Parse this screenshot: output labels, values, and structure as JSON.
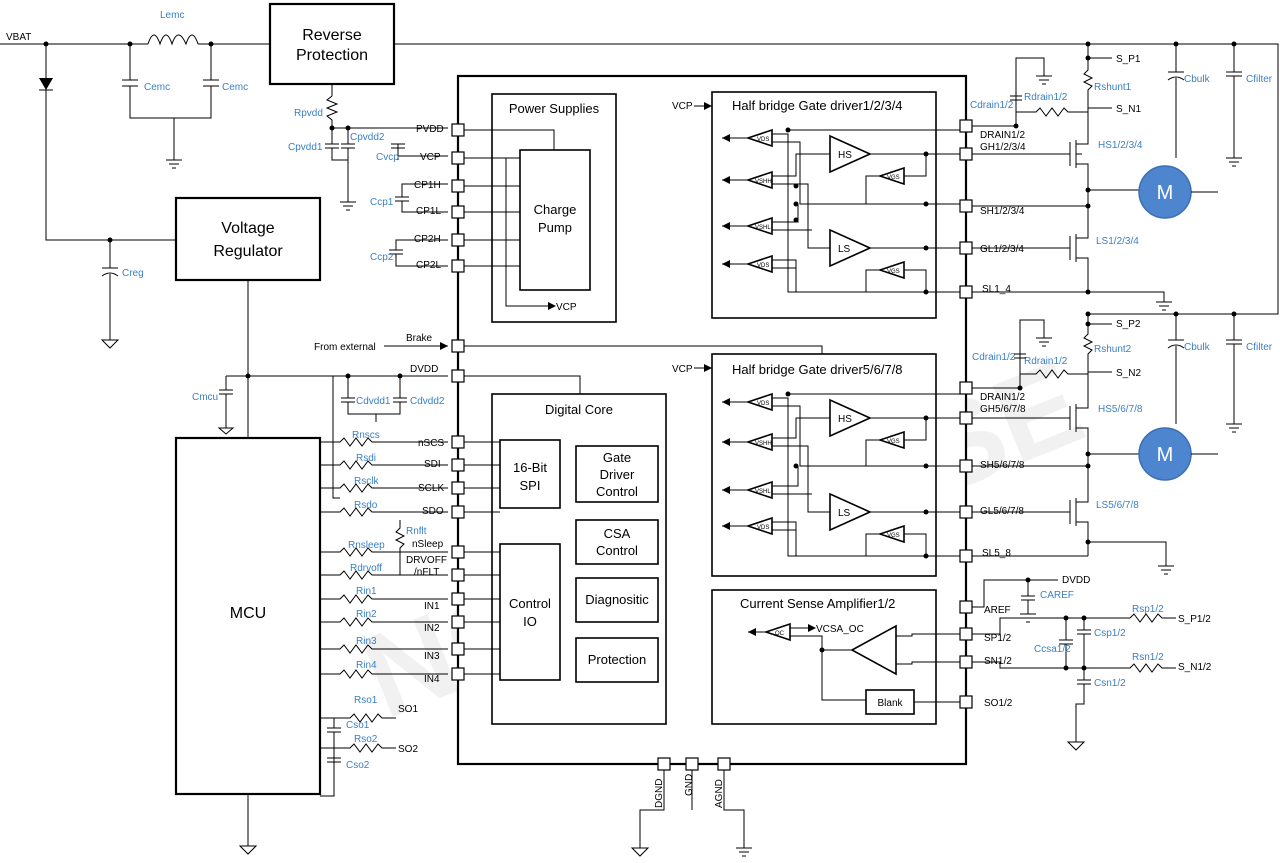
{
  "supply": {
    "vbat": "VBAT",
    "vcp": "VCP",
    "dvdd": "DVDD",
    "from_external": "From external"
  },
  "blocks": {
    "reverse_protection": [
      "Reverse",
      "Protection"
    ],
    "voltage_regulator": [
      "Voltage",
      "Regulator"
    ],
    "mcu": "MCU",
    "power_supplies": "Power Supplies",
    "charge_pump": [
      "Charge",
      "Pump"
    ],
    "digital_core": "Digital Core",
    "spi": [
      "16-Bit",
      "SPI"
    ],
    "gate_driver_control": [
      "Gate",
      "Driver",
      "Control"
    ],
    "csa_control": [
      "CSA",
      "Control"
    ],
    "control_io": [
      "Control",
      "IO"
    ],
    "diagnostic": "Diagnositic",
    "protection": "Protection",
    "half_bridge_1": "Half bridge Gate driver1/2/3/4",
    "half_bridge_2": "Half bridge Gate driver5/6/7/8",
    "current_sense": "Current Sense Amplifier1/2",
    "blank": "Blank",
    "motor": "M"
  },
  "left_pins": [
    "PVDD",
    "VCP",
    "CP1H",
    "CP1L",
    "CP2H",
    "CP2L",
    "Brake",
    "DVDD",
    "nSCS",
    "SDI",
    "SCLK",
    "SDO",
    "nSleep",
    "DRVOFF",
    "/nFLT",
    "IN1",
    "IN2",
    "IN3",
    "IN4"
  ],
  "right_pins": [
    "DRAIN1/2",
    "GH1/2/3/4",
    "SH1/2/3/4",
    "GL1/2/3/4",
    "SL1_4",
    "DRAIN1/2",
    "GH5/6/7/8",
    "SH5/6/7/8",
    "GL5/6/7/8",
    "SL5_8",
    "AREF",
    "SP1/2",
    "SN1/2",
    "SO1/2"
  ],
  "bottom_pins": [
    "DGND",
    "GND",
    "AGND"
  ],
  "components": {
    "lemc": "Lemc",
    "cemc": "Cemc",
    "rpvdd": "Rpvdd",
    "cpvdd1": "Cpvdd1",
    "cpvdd2": "Cpvdd2",
    "cvcp": "Cvcp",
    "ccp1": "Ccp1",
    "ccp2": "Ccp2",
    "creg": "Creg",
    "cmcu": "Cmcu",
    "cdvdd1": "Cdvdd1",
    "cdvdd2": "Cdvdd2",
    "rnscs": "Rnscs",
    "rsdi": "Rsdi",
    "rsclk": "Rsclk",
    "rsdo": "Rsdo",
    "rnflt": "Rnflt",
    "rnsleep": "Rnsleep",
    "rdrvoff": "Rdrvoff",
    "rin1": "Rin1",
    "rin2": "Rin2",
    "rin3": "Rin3",
    "rin4": "Rin4",
    "rso1": "Rso1",
    "rso2": "Rso2",
    "cso1": "Cso1",
    "cso2": "Cso2",
    "so1": "SO1",
    "so2": "SO2",
    "cdrain": "Cdrain1/2",
    "rdrain": "Rdrain1/2",
    "rshunt1": "Rshunt1",
    "rshunt2": "Rshunt2",
    "s_p1": "S_P1",
    "s_n1": "S_N1",
    "s_p2": "S_P2",
    "s_n2": "S_N2",
    "cbulk": "Cbulk",
    "cfilter": "Cfilter",
    "hs1": "HS1/2/3/4",
    "ls1": "LS1/2/3/4",
    "hs2": "HS5/6/7/8",
    "ls2": "LS5/6/7/8",
    "caref": "CAREF",
    "ccsa": "Ccsa1/2",
    "csp": "Csp1/2",
    "csn": "Csn1/2",
    "rsp": "Rsp1/2",
    "rsn": "Rsn1/2",
    "s_p12": "S_P1/2",
    "s_n12": "S_N1/2",
    "vcsa_oc": "VCSA_OC"
  },
  "driver_labels": {
    "hs": "HS",
    "ls": "LS",
    "vds": "VDS",
    "vgs": "VGS",
    "vshh": "VSHH",
    "vshl": "VSHL",
    "oc": "OC"
  },
  "watermark": "NOVOSENSE"
}
